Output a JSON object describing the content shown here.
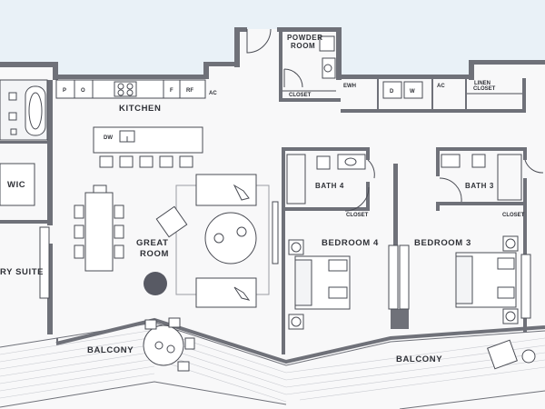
{
  "rooms": {
    "kitchen": "KITCHEN",
    "powder_room_line1": "POWDER",
    "powder_room_line2": "ROOM",
    "great_room_line1": "GREAT",
    "great_room_line2": "ROOM",
    "bath4": "BATH 4",
    "bath3": "BATH 3",
    "bedroom4": "BEDROOM 4",
    "bedroom3": "BEDROOM 3",
    "wic": "WIC",
    "suite_partial": "RY SUITE",
    "balcony_left": "BALCONY",
    "balcony_right": "BALCONY"
  },
  "fixtures": {
    "pantry_p": "P",
    "pantry_o": "O",
    "fridge_f": "F",
    "rf": "RF",
    "ac1": "AC",
    "ac2": "AC",
    "ewh": "EWH",
    "dryer_d": "D",
    "washer_w": "W",
    "linen_line1": "LINEN",
    "linen_line2": "CLOSET",
    "closet_powder": "CLOSET",
    "closet_bath4": "CLOSET",
    "closet_bath3": "CLOSET",
    "dishwasher": "DW"
  },
  "colors": {
    "background": "#e9f1f7",
    "floor": "#f8f8f9",
    "wall": "#6f7179",
    "line": "#4a4c54"
  }
}
